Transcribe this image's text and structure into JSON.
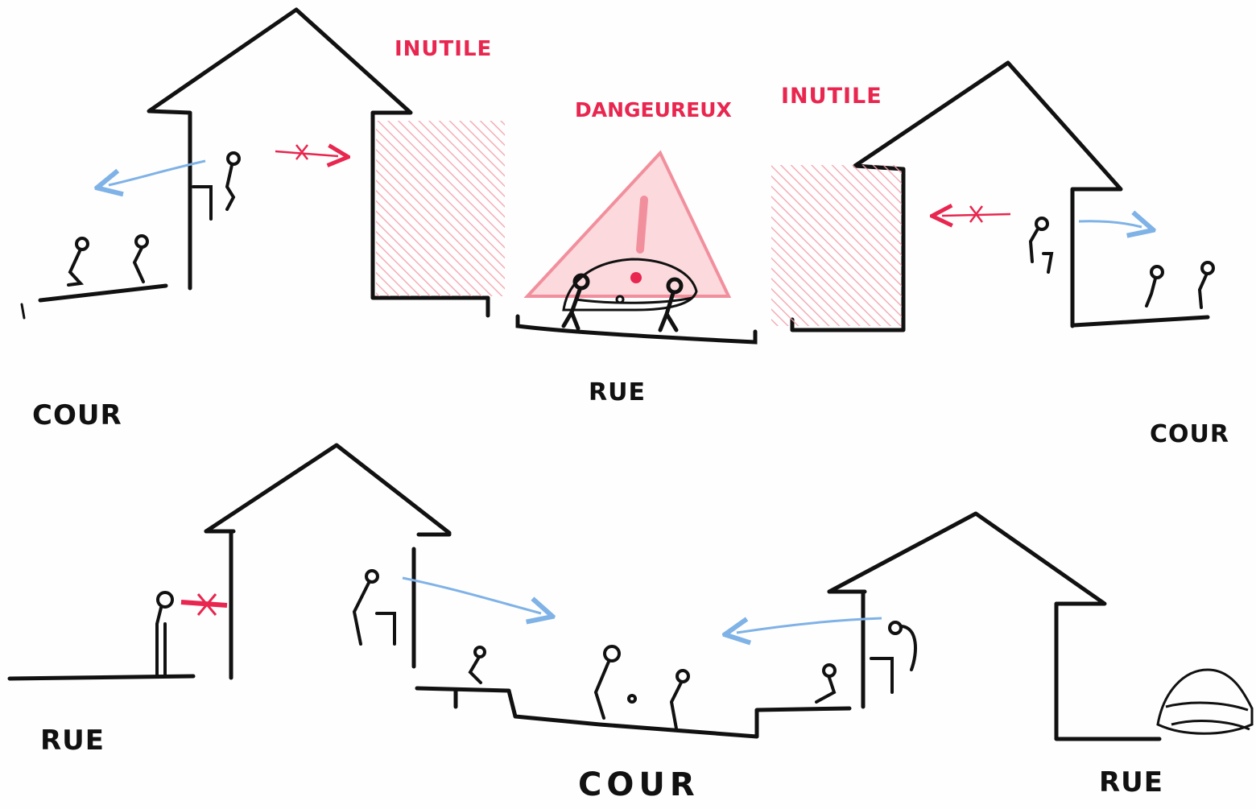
{
  "colors": {
    "ink": "#111111",
    "warning": "#e8264f",
    "hatch": "#f2a0aa",
    "view_arrow": "#7fb2e6"
  },
  "labels": {
    "top_left_cour": "COUR",
    "top_inutile_left": "INUTILE",
    "top_dangereux": "DANGEUREUX",
    "top_inutile_right": "INUTILE",
    "top_rue": "RUE",
    "top_right_cour": "COUR",
    "bottom_left_rue": "RUE",
    "bottom_cour": "COUR",
    "bottom_right_rue": "RUE"
  },
  "icons": {
    "warning": "warning-triangle-icon",
    "car": "car-icon",
    "person": "person-icon",
    "blocked_arrow": "blocked-arrow-icon",
    "view_arrow": "view-arrow-icon"
  }
}
